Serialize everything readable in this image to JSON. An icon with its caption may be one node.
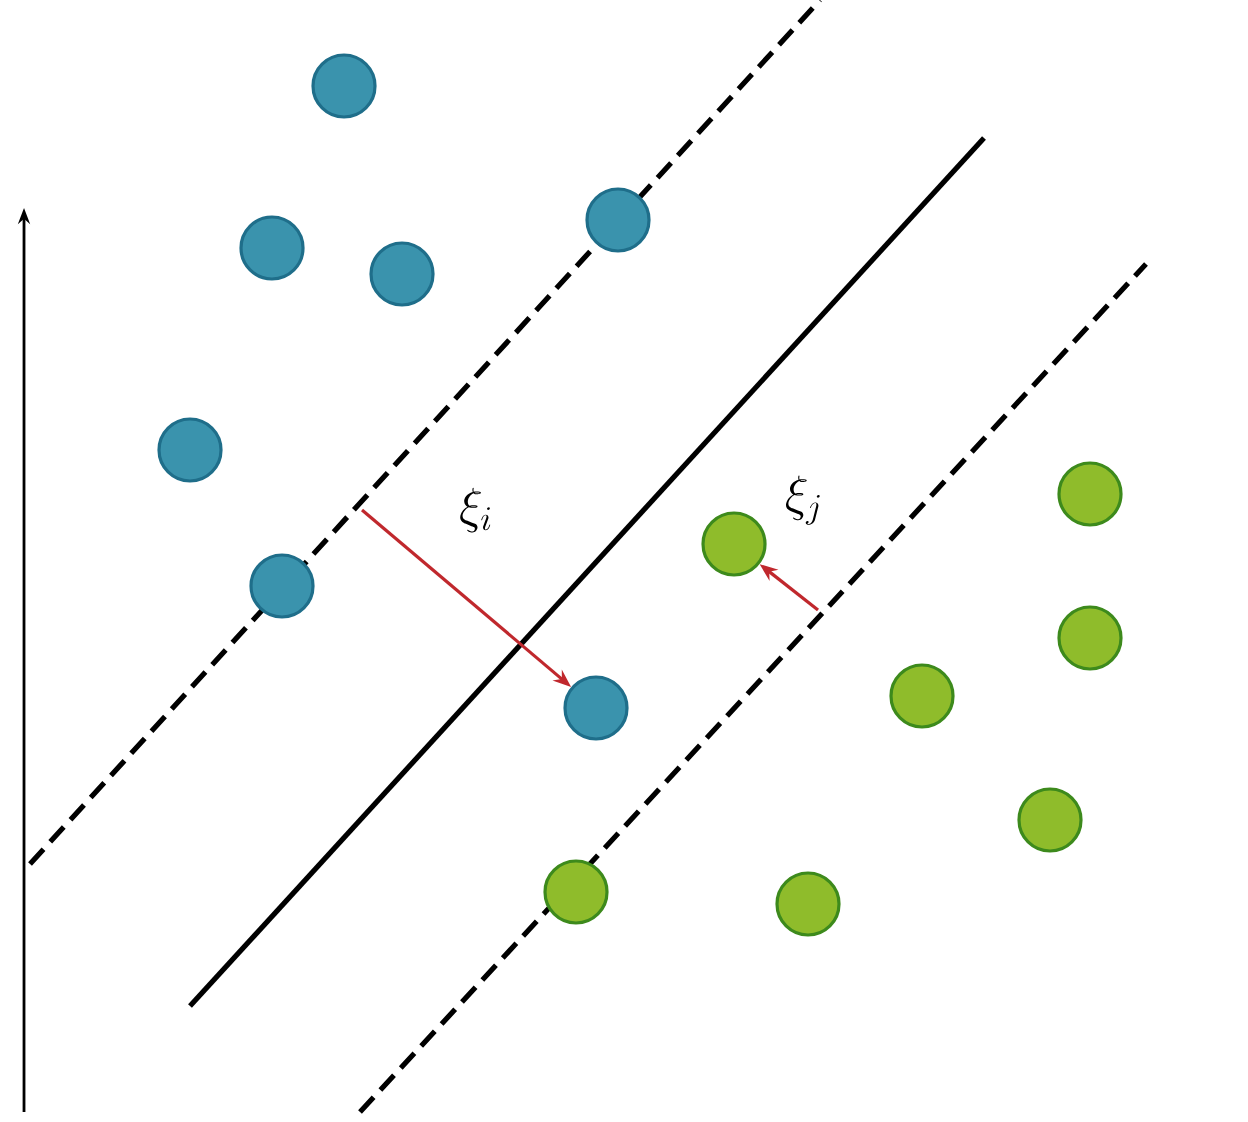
{
  "diagram": {
    "nodes": [
      {
        "text": [],
        "shape": "circle"
      },
      {
        "text": [],
        "shape": "circle"
      },
      {
        "text": [],
        "shape": "circle"
      },
      {
        "text": [],
        "shape": "circle"
      },
      {
        "text": [],
        "shape": "circle"
      },
      {
        "text": [],
        "shape": "circle"
      },
      {
        "text": [],
        "shape": "circle"
      },
      {
        "text": [],
        "shape": "circle"
      },
      {
        "text": [],
        "shape": "circle"
      },
      {
        "text": [],
        "shape": "circle"
      },
      {
        "text": [],
        "shape": "circle"
      },
      {
        "text": [],
        "shape": "circle"
      },
      {
        "text": [],
        "shape": "circle"
      },
      {
        "text": [],
        "shape": "circle"
      }
    ],
    "edges": [
      {
        "from": null,
        "to": 10,
        "arrow": "to",
        "label": "\\xi_i",
        "color": "#c0282d"
      },
      {
        "from": null,
        "to": 6,
        "arrow": "to",
        "label": "\\xi_j",
        "color": "#c0282d"
      }
    ]
  }
}
